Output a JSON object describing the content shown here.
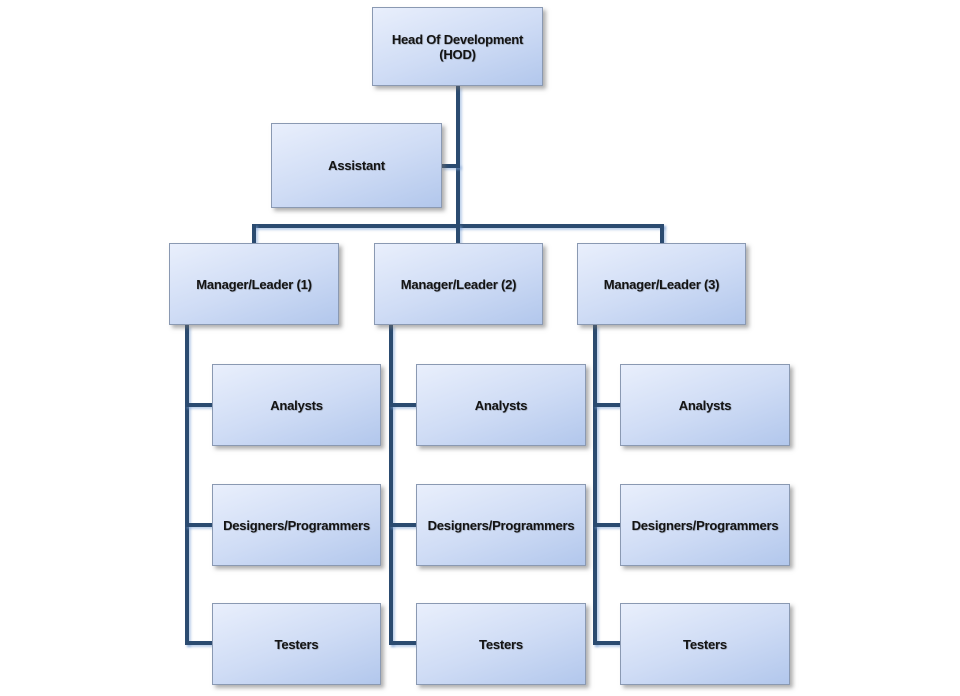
{
  "colors": {
    "line_color": "#2b4b70",
    "box_border": "#8a99b2",
    "box_grad_top": "#e9effc",
    "box_grad_mid": "#cfdcf5",
    "box_grad_bottom": "#b2c7ec",
    "text_color": "#141414",
    "page_bg": "#ffffff"
  },
  "chart": {
    "root": {
      "label": "Head Of Development (HOD)"
    },
    "assistant": {
      "label": "Assistant"
    },
    "managers": [
      {
        "label": "Manager/Leader (1)",
        "reports": [
          "Analysts",
          "Designers/Programmers",
          "Testers"
        ]
      },
      {
        "label": "Manager/Leader (2)",
        "reports": [
          "Analysts",
          "Designers/Programmers",
          "Testers"
        ]
      },
      {
        "label": "Manager/Leader (3)",
        "reports": [
          "Analysts",
          "Designers/Programmers",
          "Testers"
        ]
      }
    ]
  }
}
